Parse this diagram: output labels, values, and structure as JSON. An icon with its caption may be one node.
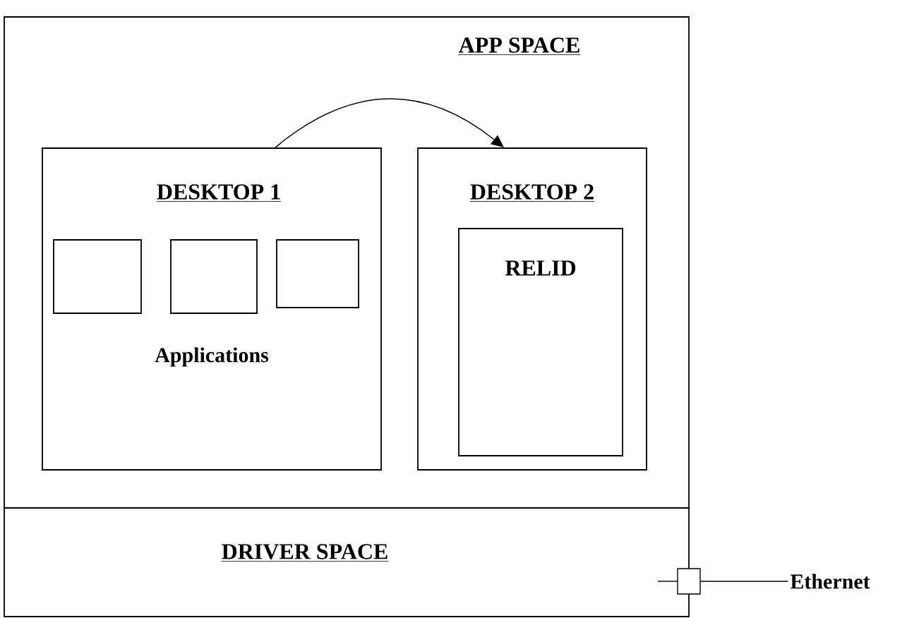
{
  "diagram": {
    "nodes": [
      {
        "text": [
          "APP SPACE"
        ]
      },
      {
        "text": [
          "DESKTOP 1",
          "Applications"
        ],
        "in": 0
      },
      {
        "text": [],
        "shape": "box",
        "in": 1
      },
      {
        "text": [],
        "shape": "box",
        "in": 1
      },
      {
        "text": [],
        "shape": "box",
        "in": 1
      },
      {
        "text": [
          "DESKTOP 2"
        ],
        "in": 0
      },
      {
        "text": [
          "RELID"
        ],
        "in": 5
      },
      {
        "text": [
          "DRIVER SPACE"
        ]
      },
      {
        "text": [],
        "shape": "box"
      },
      {
        "text": [
          "Ethernet"
        ]
      }
    ],
    "edges": [
      {
        "from": 1,
        "to": 5,
        "arrow": "to"
      },
      {
        "from": 8,
        "to": 9,
        "arrow": "none"
      }
    ]
  }
}
